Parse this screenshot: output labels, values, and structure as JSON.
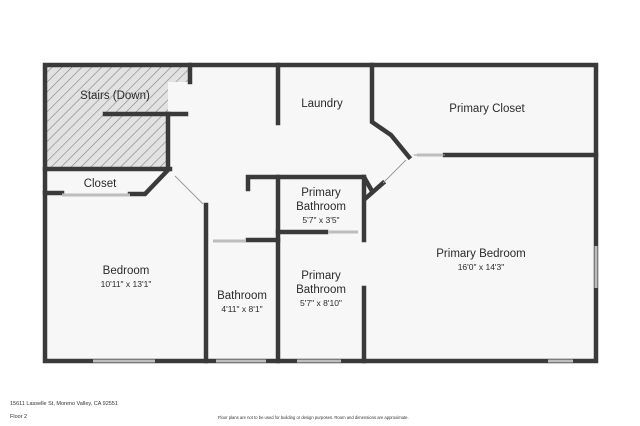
{
  "floorplan": {
    "colors": {
      "wall": "#3a3a3a",
      "floor": "#f7f7f7",
      "stairs_fill": "#e2e2e2",
      "stairs_hatch": "#8a8a8a",
      "window": "#bdbdbd",
      "text": "#2b2b2b"
    },
    "rooms": {
      "stairs": {
        "name": "Stairs (Down)"
      },
      "laundry": {
        "name": "Laundry"
      },
      "primary_closet": {
        "name": "Primary Closet"
      },
      "closet": {
        "name": "Closet"
      },
      "primary_bath_small": {
        "name_line1": "Primary",
        "name_line2": "Bathroom",
        "dims": "5'7\" x 3'5\""
      },
      "primary_bath_large": {
        "name_line1": "Primary",
        "name_line2": "Bathroom",
        "dims": "5'7\" x 8'10\""
      },
      "primary_bedroom": {
        "name": "Primary Bedroom",
        "dims": "16'0\" x 14'3\""
      },
      "bedroom": {
        "name": "Bedroom",
        "dims": "10'11\" x 13'1\""
      },
      "bathroom": {
        "name": "Bathroom",
        "dims": "4'11\" x 8'1\""
      }
    }
  },
  "footer": {
    "address": "15611 Lasselle St, Moreno Valley, CA 92551",
    "floor": "Floor 2",
    "disclaimer": "Floor plans are not to be used for building or design purposes. Room and dimensions are approximate."
  }
}
